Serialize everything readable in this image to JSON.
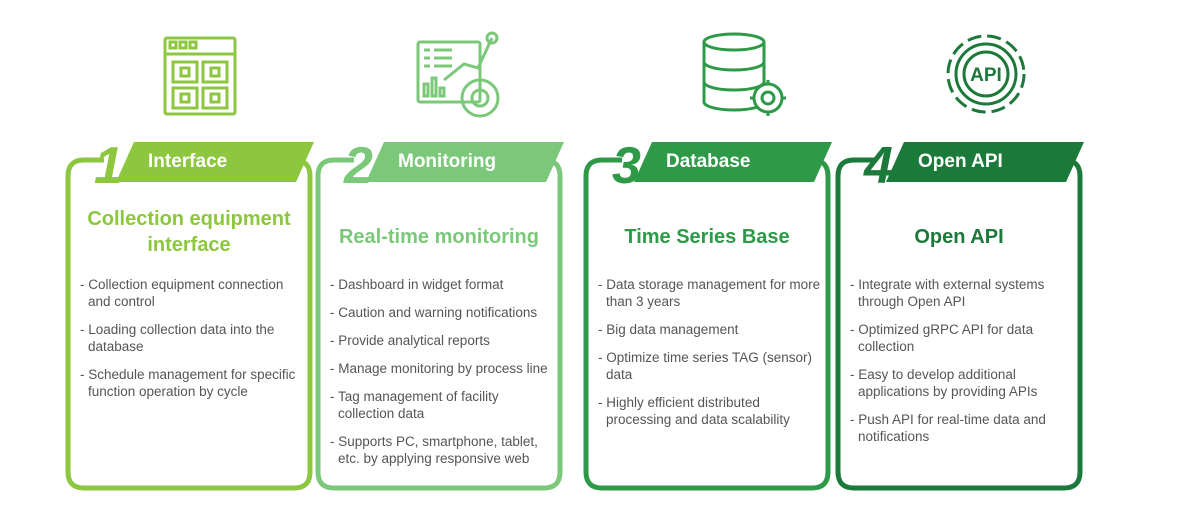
{
  "cards": [
    {
      "number": "1",
      "tab": "Interface",
      "title": "Collection equipment interface",
      "color": "#8dc63f",
      "icon": "window-grid-icon",
      "items": [
        "- Collection equipment connection and control",
        "- Loading collection data into the database",
        "- Schedule management for specific function operation by cycle"
      ]
    },
    {
      "number": "2",
      "tab": "Monitoring",
      "title": "Real-time monitoring",
      "color": "#7cc87a",
      "icon": "dashboard-chart-icon",
      "items": [
        "- Dashboard in widget format",
        "- Caution and warning notifications",
        "- Provide analytical reports",
        "- Manage monitoring by process line",
        "- Tag management of facility collection data",
        "- Supports PC, smartphone, tablet, etc. by applying responsive web"
      ]
    },
    {
      "number": "3",
      "tab": "Database",
      "title": "Time Series Base",
      "color": "#2e9a48",
      "icon": "database-gear-icon",
      "items": [
        "- Data storage management for more than 3 years",
        "- Big data management",
        "- Optimize time series TAG (sensor) data",
        "- Highly efficient distributed processing and data scalability"
      ]
    },
    {
      "number": "4",
      "tab": "Open API",
      "title": "Open API",
      "color": "#1b7a3a",
      "icon": "api-gear-icon",
      "items": [
        "- Integrate with external systems through Open API",
        "- Optimized gRPC API for data collection",
        "- Easy to develop additional applications by providing APIs",
        "- Push API for real-time data and notifications"
      ]
    }
  ]
}
